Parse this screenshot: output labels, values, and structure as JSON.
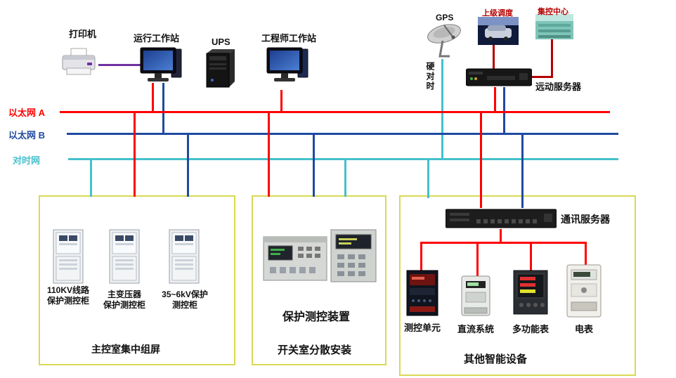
{
  "diagram": {
    "colors": {
      "red": "#ff0000",
      "blue": "#1f4aa0",
      "cyan": "#45c0cc",
      "purple": "#7030a0",
      "darkred": "#b40000",
      "border": "#d9d955"
    },
    "buses": [
      {
        "id": "ethernet-a",
        "label": "以太网 A",
        "color": "#ff0000"
      },
      {
        "id": "ethernet-b",
        "label": "以太网 B",
        "color": "#1f4aa0"
      },
      {
        "id": "time-sync",
        "label": "对时网",
        "color": "#45c0cc"
      }
    ],
    "top": {
      "printer": "打印机",
      "operator_ws": "运行工作站",
      "ups": "UPS",
      "engineer_ws": "工程师工作站",
      "gps": "GPS",
      "hard_time_sync": "硬对时",
      "upper_dispatch": "上级调度",
      "control_center": "集控中心",
      "motion_server": "远动服务器"
    },
    "groups": [
      {
        "caption": "主控室集中组屏",
        "cabinets": [
          {
            "line1": "110KV线路",
            "line2": "保护测控柜"
          },
          {
            "line1": "主变压器",
            "line2": "保护测控柜"
          },
          {
            "line1": "35~6kV保护",
            "line2": "测控柜"
          }
        ]
      },
      {
        "caption": "开关室分散安装",
        "device_label": "保护测控装置"
      },
      {
        "caption": "其他智能设备",
        "server_label": "通讯服务器",
        "devices": [
          "测控单元",
          "直流系统",
          "多功能表",
          "电表"
        ]
      }
    ]
  }
}
